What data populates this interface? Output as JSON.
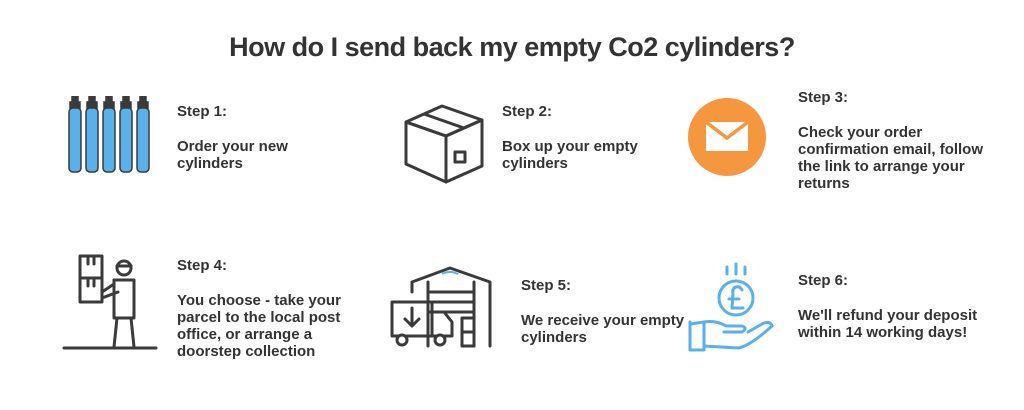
{
  "title": "How do I send back my empty Co2 cylinders?",
  "colors": {
    "text": "#333333",
    "accent_blue": "#5AB0E8",
    "accent_orange": "#F4973E",
    "outline": "#3a3a3a"
  },
  "steps": [
    {
      "label": "Step 1:",
      "desc": "Order your new cylinders",
      "icon": "co2-cylinders-icon"
    },
    {
      "label": "Step 2:",
      "desc": "Box up your empty cylinders",
      "icon": "box-icon"
    },
    {
      "label": "Step 3:",
      "desc": "Check your  order confirmation email, follow the link to arrange your returns",
      "icon": "email-icon"
    },
    {
      "label": "Step 4:",
      "desc": "You choose - take your parcel to the local post office, or arrange a doorstep collection",
      "icon": "courier-icon"
    },
    {
      "label": "Step 5:",
      "desc": "We receive your empty cylinders",
      "icon": "warehouse-truck-icon"
    },
    {
      "label": "Step 6:",
      "desc": "We'll refund your deposit within 14 working days!",
      "icon": "refund-hand-icon"
    }
  ]
}
